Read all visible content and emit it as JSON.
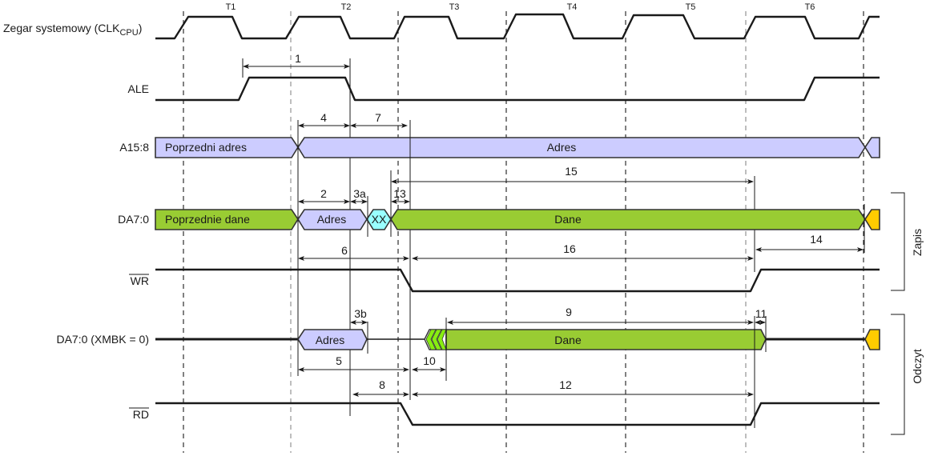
{
  "title": "Zegar systemowy timing diagram",
  "colors": {
    "address_bus": "#ccccff",
    "data_bus": "#99cc33",
    "undefined": "#99ffff",
    "next": "#ffcc00",
    "hatch": "#88ee11",
    "line": "#1a1a1a"
  },
  "clock_cycles": [
    "T1",
    "T2",
    "T3",
    "T4",
    "T5",
    "T6"
  ],
  "signals": {
    "clk": {
      "label": "Zegar systemowy (CLK",
      "sub": "CPU",
      "close": ")"
    },
    "ale": {
      "label": "ALE"
    },
    "addr_hi": {
      "label": "A15:8",
      "prev": "Poprzedni adres",
      "current": "Adres"
    },
    "data_write": {
      "label": "DA7:0",
      "prev": "Poprzednie dane",
      "addr": "Adres",
      "undef": "XX",
      "data": "Dane"
    },
    "wr": {
      "label": "WR"
    },
    "data_read": {
      "label": "DA7:0 (XMBK = 0)",
      "addr": "Adres",
      "data": "Dane"
    },
    "rd": {
      "label": "RD"
    }
  },
  "timing_params": {
    "p1": "1",
    "p2": "2",
    "p3a": "3a",
    "p3b": "3b",
    "p4": "4",
    "p5": "5",
    "p6": "6",
    "p7": "7",
    "p8": "8",
    "p9": "9",
    "p10": "10",
    "p11": "11",
    "p12": "12",
    "p13": "13",
    "p14": "14",
    "p15": "15",
    "p16": "16"
  },
  "groups": {
    "write": "Zapis",
    "read": "Odczyt"
  }
}
